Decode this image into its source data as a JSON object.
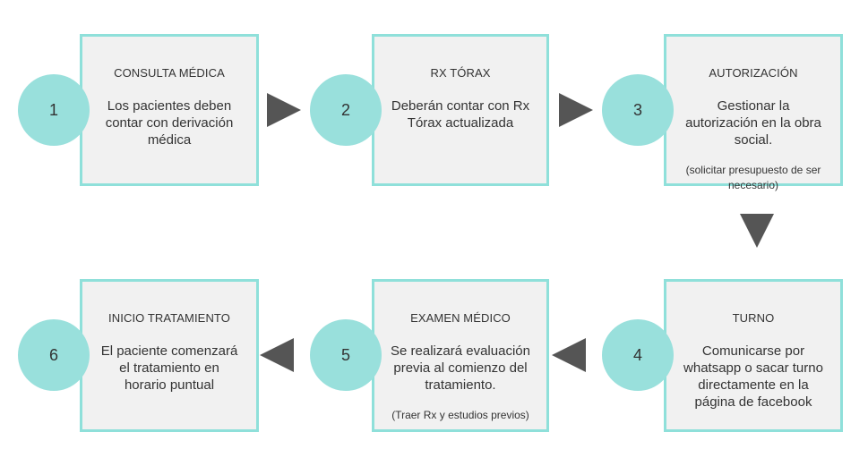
{
  "steps": [
    {
      "number": "1",
      "title": "CONSULTA MÉDICA",
      "description": "Los pacientes deben contar con derivación médica",
      "note": ""
    },
    {
      "number": "2",
      "title": "RX TÓRAX",
      "description": "Deberán contar con Rx Tórax actualizada",
      "note": ""
    },
    {
      "number": "3",
      "title": "AUTORIZACIÓN",
      "description": "Gestionar la autorización en la obra social.",
      "note": "(solicitar presupuesto de ser necesario)"
    },
    {
      "number": "4",
      "title": "TURNO",
      "description": "Comunicarse por whatsapp o sacar turno directamente en la página de facebook",
      "note": ""
    },
    {
      "number": "5",
      "title": "EXAMEN MÉDICO",
      "description": "Se realizará evaluación previa al comienzo del tratamiento.",
      "note": "(Traer Rx y estudios previos)"
    },
    {
      "number": "6",
      "title": "INICIO TRATAMIENTO",
      "description": "El paciente comenzará el tratamiento en horario puntual",
      "note": ""
    }
  ],
  "colors": {
    "box_border": "#8fe0da",
    "box_fill": "#f1f1f1",
    "circle": "#99e0dc",
    "arrow": "#555555"
  }
}
